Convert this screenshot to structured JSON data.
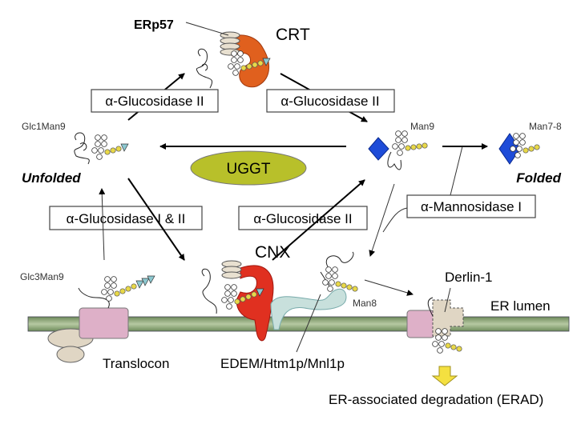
{
  "labels": {
    "erp57": "ERp57",
    "crt": "CRT",
    "cnx": "CNX",
    "glc1man9": "Glc1Man9",
    "unfolded": "Unfolded",
    "man9": "Man9",
    "man78": "Man7-8",
    "folded": "Folded",
    "uggt": "UGGT",
    "glc3man9": "Glc3Man9",
    "man8": "Man8",
    "derlin1": "Derlin-1",
    "er_lumen": "ER lumen",
    "translocon": "Translocon",
    "edem": "EDEM/Htm1p/Mnl1p",
    "erad": "ER-associated degradation (ERAD)"
  },
  "enzymes": {
    "gluc2_left": "α-Glucosidase II",
    "gluc2_right": "α-Glucosidase II",
    "gluc12": "α-Glucosidase I & II",
    "gluc2_bottom": "α-Glucosidase II",
    "mannosidase1": "α-Mannosidase I"
  },
  "colors": {
    "crt": "#e0601e",
    "cnx": "#e03020",
    "uggt": "#b8c02a",
    "membrane": "#8fa878",
    "translocon": "#deb0c8",
    "edem": "#c8e0dc",
    "derlin": "#e0d6c4",
    "man_diamond": "#1e4cd8",
    "glucose": "#e8d848",
    "erad_arrow": "#f4e040"
  }
}
